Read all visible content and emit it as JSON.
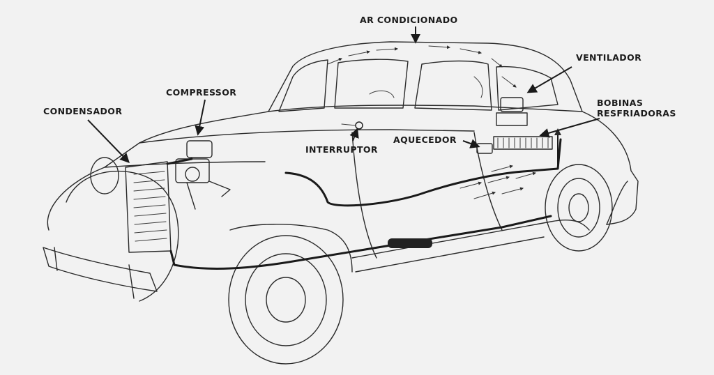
{
  "labels": {
    "ar_condicionado": "AR CONDICIONADO",
    "ventilador": "VENTILADOR",
    "compressor": "COMPRESSOR",
    "condensador": "CONDENSADOR",
    "bobinas_line1": "BOBINAS",
    "bobinas_line2": "RESFRIADORAS",
    "aquecedor": "AQUECEDOR",
    "interruptor": "INTERRUPTOR"
  },
  "colors": {
    "paper": "#f2f2f2",
    "ink": "#1a1a1a"
  }
}
